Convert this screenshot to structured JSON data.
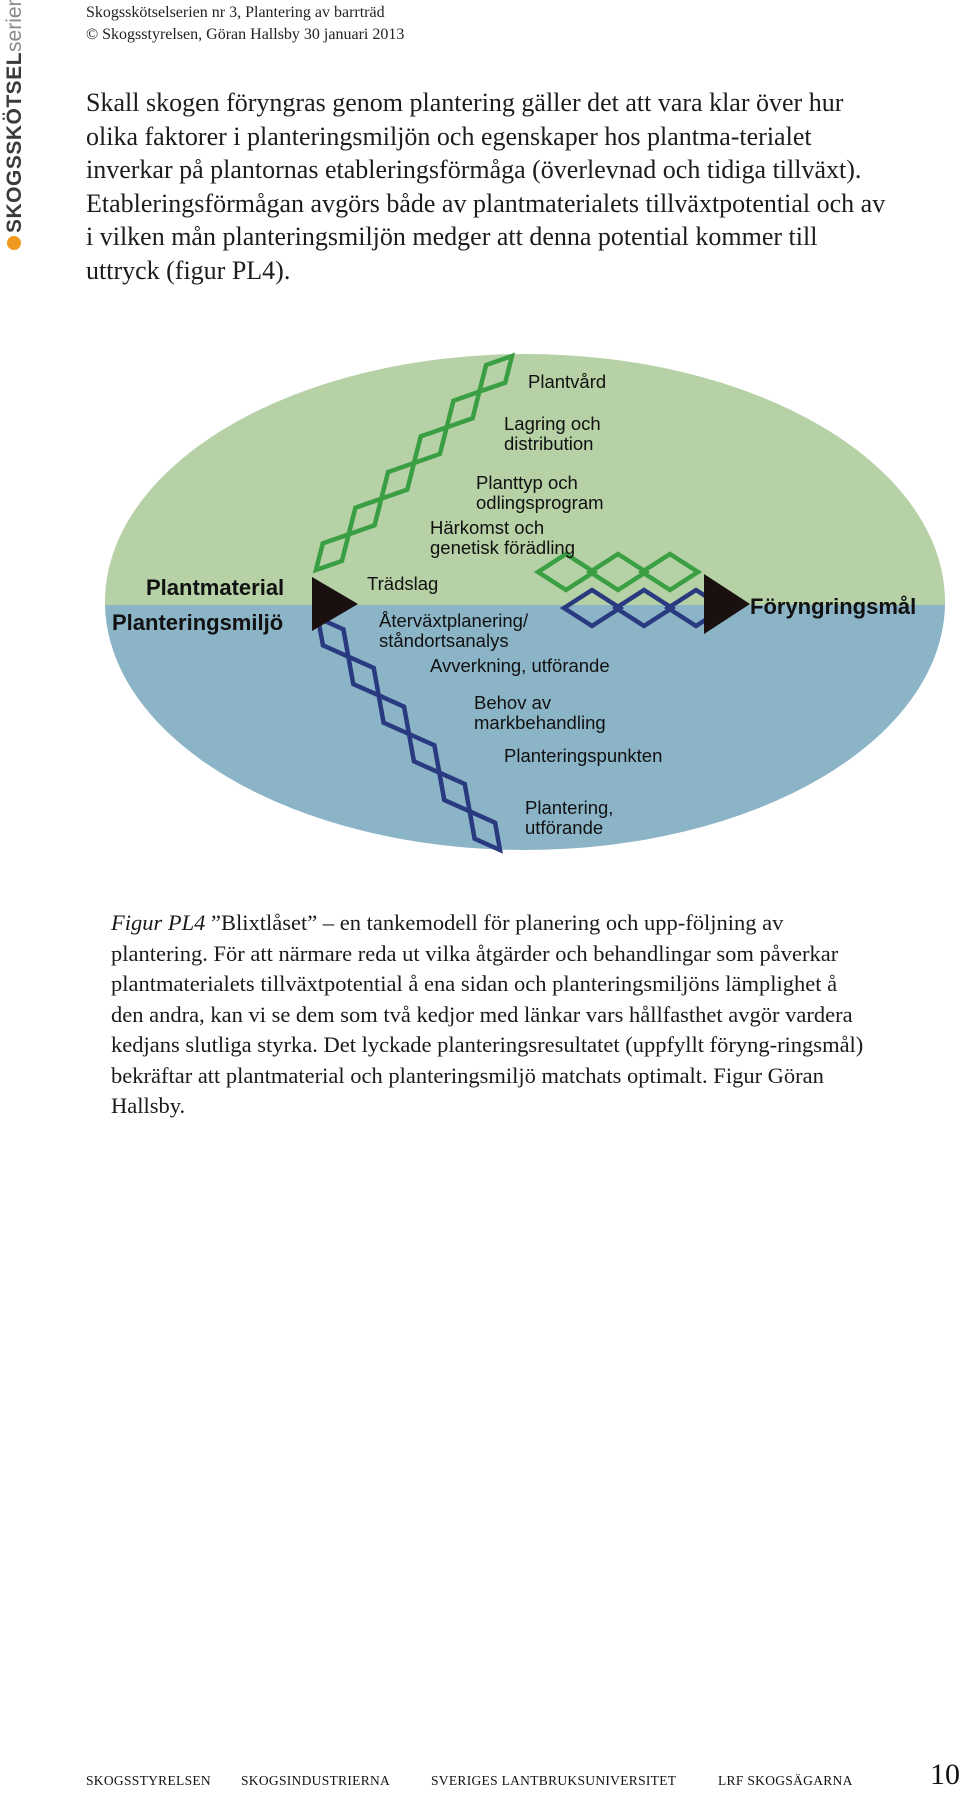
{
  "header": {
    "line1": "Skogsskötselserien nr 3, Plantering av barrträd",
    "line2": "© Skogsstyrelsen, Göran Hallsby 30 januari 2013"
  },
  "side_logo": {
    "brand": "SKOGSSKÖTSEL",
    "series": "serien",
    "dot_color": "#f29a1f"
  },
  "intro_text": "Skall skogen föryngras genom plantering gäller det att vara klar över hur olika faktorer i planteringsmiljön och egenskaper hos plantma-terialet inverkar på plantornas etableringsförmåga (överlevnad och tidiga tillväxt). Etableringsförmågan avgörs både av plantmaterialets tillväxtpotential och av i vilken mån planteringsmiljön medger att denna potential kommer till uttryck (figur PL4).",
  "figure": {
    "colors": {
      "upper": "#b5d1a5",
      "lower": "#8bb4c7",
      "green_chain": "#3a9e43",
      "blue_chain": "#2a3a80",
      "arrow": "#1a1010",
      "label_green": "#3a9e43",
      "label_blue": "#2a3a80"
    },
    "side_labels": {
      "material": "Plantmaterial",
      "environment": "Planteringsmiljö",
      "goal": "Föryngringsmål"
    },
    "green_links": [
      "Plantvård",
      [
        "Lagring och",
        "distribution"
      ],
      [
        "Planttyp och",
        "odlingsprogram"
      ],
      [
        "Härkomst och",
        "genetisk förädling"
      ],
      "Trädslag"
    ],
    "blue_links": [
      [
        "Återväxtplanering/",
        "ståndortsanalys"
      ],
      "Avverkning, utförande",
      [
        "Behov av",
        "markbehandling"
      ],
      "Planteringspunkten",
      [
        "Plantering,",
        "utförande"
      ]
    ]
  },
  "caption": {
    "fig_ref": "Figur PL4",
    "text": " ”Blixtlåset” – en tankemodell för planering och upp-följning av plantering. För att närmare reda ut vilka åtgärder och behandlingar som påverkar plantmaterialets tillväxtpotential å ena sidan och planteringsmiljöns lämplighet å den andra, kan vi se dem som två kedjor med länkar vars hållfasthet avgör vardera kedjans slutliga styrka. Det lyckade planteringsresultatet (uppfyllt föryng-ringsmål) bekräftar att plantmaterial och planteringsmiljö matchats optimalt. Figur Göran Hallsby."
  },
  "footer": {
    "org1": "SKOGSSTYRELSEN",
    "org2": "SKOGSINDUSTRIERNA",
    "org3": "SVERIGES LANTBRUKSUNIVERSITET",
    "org4": "LRF SKOGSÄGARNA",
    "page_number": "10"
  }
}
